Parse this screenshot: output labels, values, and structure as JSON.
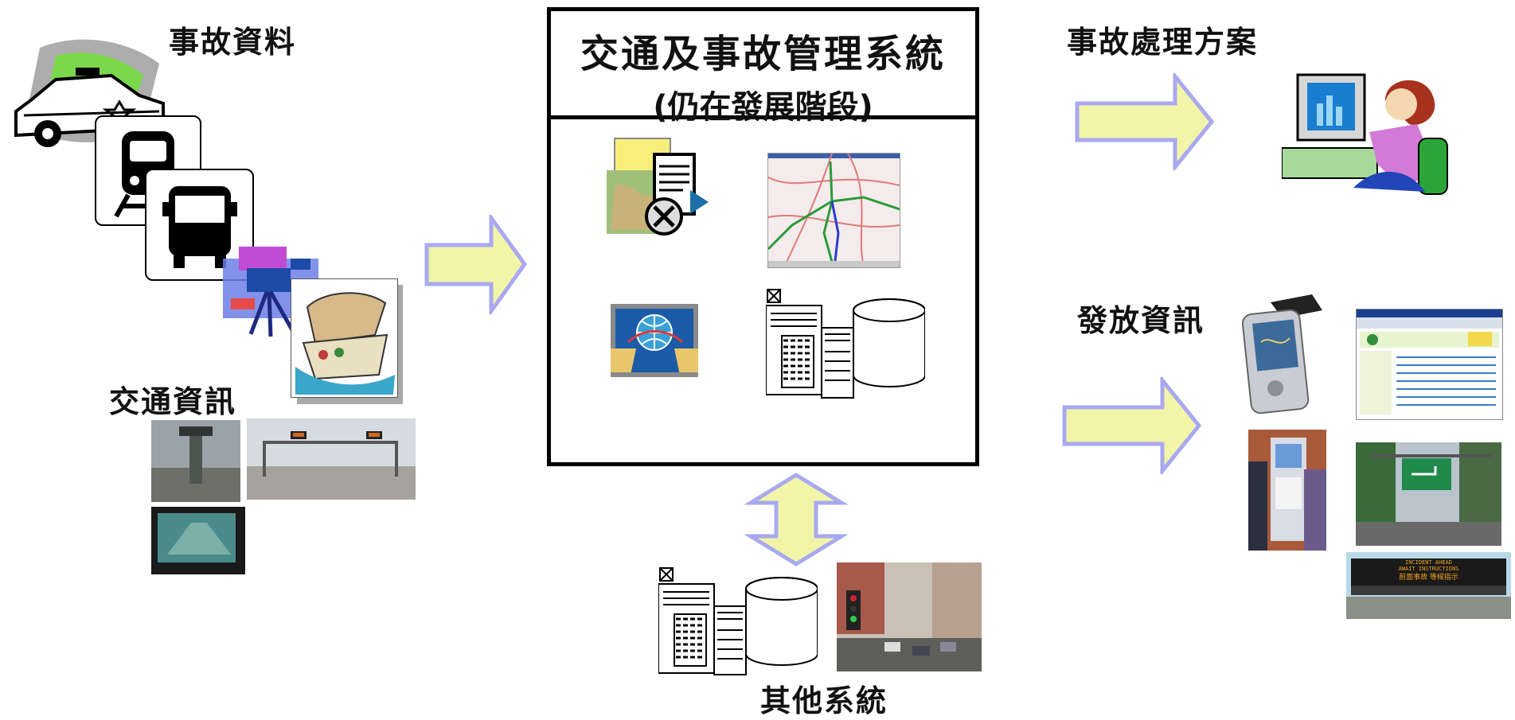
{
  "labels": {
    "accident_data": "事故資料",
    "traffic_info": "交通資訊",
    "system_title": "交通及事故管理系統",
    "system_subtitle": "(仍在發展階段)",
    "other_systems": "其他系統",
    "response_plan": "事故處理方案",
    "info_dissemination": "發放資訊"
  },
  "vms_sign": {
    "line1": "INCIDENT AHEAD",
    "line2": "AWAIT INSTRUCTIONS",
    "line3": "前面事故  等候指示"
  },
  "colors": {
    "arrow_fill": "#f2f5a8",
    "arrow_stroke": "#a9a9f0",
    "border": "#000000"
  }
}
